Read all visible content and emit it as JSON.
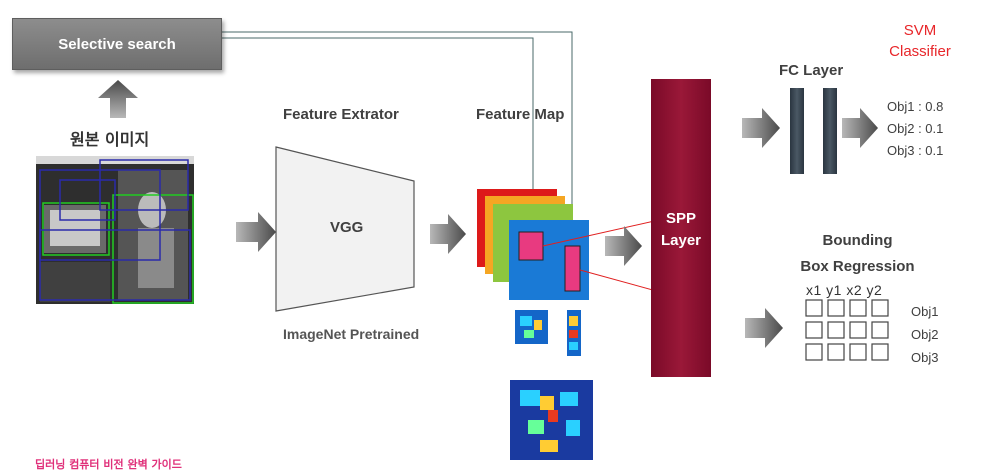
{
  "selective_search": {
    "label": "Selective search"
  },
  "original_image": {
    "title": "원본 이미지"
  },
  "feature_extractor": {
    "title": "Feature Extrator",
    "model": "VGG",
    "pretrained": "ImageNet Pretrained"
  },
  "feature_map": {
    "title": "Feature Map"
  },
  "spp": {
    "line1": "SPP",
    "line2": "Layer"
  },
  "fc": {
    "title": "FC Layer"
  },
  "svm": {
    "line1": "SVM",
    "line2": "Classifier"
  },
  "classifier_outputs": [
    "Obj1 : 0.8",
    "Obj2 : 0.1",
    "Obj3 : 0.1"
  ],
  "bbox": {
    "title_line1": "Bounding",
    "title_line2": "Box Regression",
    "columns": "x1 y1 x2 y2",
    "rows": [
      "Obj1",
      "Obj2",
      "Obj3"
    ]
  },
  "footer": {
    "text": "딥러닝 컴퓨터 비전 완벽 가이드"
  },
  "colors": {
    "spp": "#8a0e2e",
    "svm_text": "#e8262a",
    "footer": "#e0307a",
    "arrow": "#5a5a5a",
    "fc_bar": "#34404a"
  }
}
